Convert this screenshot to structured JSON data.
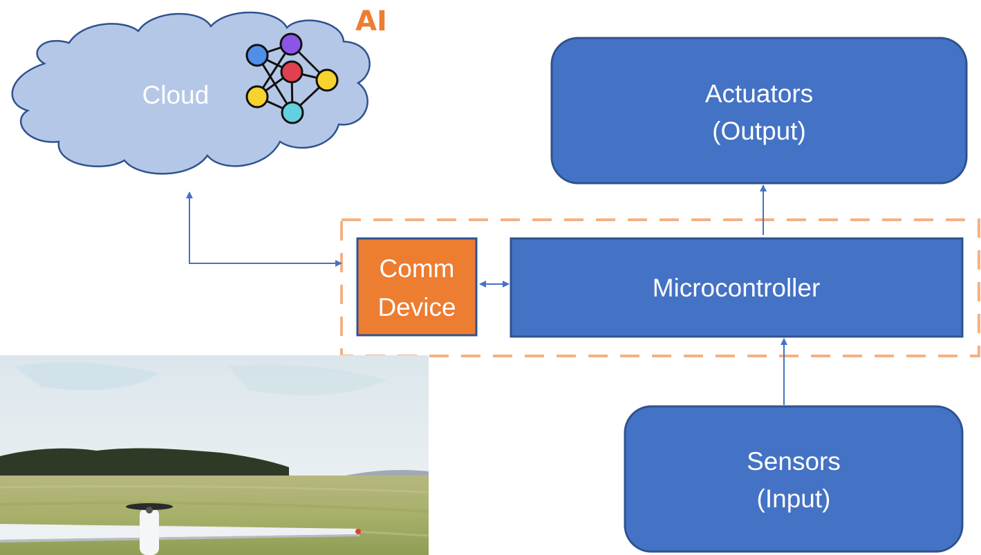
{
  "cloud": {
    "label": "Cloud"
  },
  "ai": {
    "label": "AI"
  },
  "actuators": {
    "line1": "Actuators",
    "line2": "(Output)"
  },
  "comm_device": {
    "line1": "Comm",
    "line2": "Device"
  },
  "microcontroller": {
    "label": "Microcontroller"
  },
  "sensors": {
    "line1": "Sensors",
    "line2": "(Input)"
  },
  "colors": {
    "box_fill": "#4472C4",
    "box_stroke": "#2F528F",
    "cloud_fill": "#B4C7E7",
    "cloud_stroke": "#2F528F",
    "comm_fill": "#ED7D31",
    "group_dash": "#F4B183",
    "arrow": "#4472C4",
    "ai_text": "#ED7D31",
    "nn_blue": "#4F8FE8",
    "nn_purple": "#8B55E6",
    "nn_red": "#E0414F",
    "nn_yellow": "#F6D32D",
    "nn_cyan": "#63D0DF"
  },
  "photo": {
    "subject": "fixed-wing drone on grass field"
  }
}
